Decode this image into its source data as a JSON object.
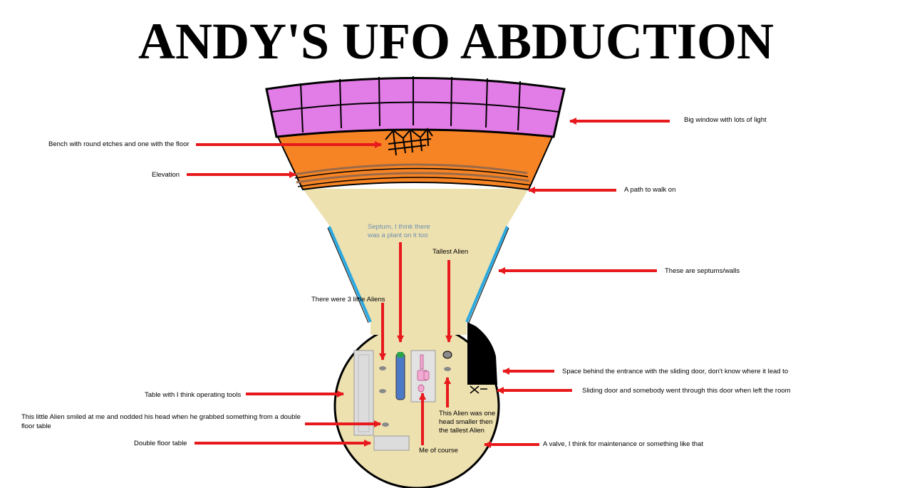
{
  "title": "ANDY'S UFO ABDUCTION",
  "labels": {
    "big_window": "Big window with lots of light",
    "bench": "Bench with round etches and one with the floor",
    "elevation": "Elevation",
    "path": "A path to walk on",
    "septum_plant_line1": "Septum, I think there",
    "septum_plant_line2": "was a plant on it too",
    "tallest_alien": "Tallest Alien",
    "septums_walls": "These are septums/walls",
    "three_aliens": "There were 3 little Aliens",
    "space_behind": "Space behind the entrance with the sliding door, don't know where it lead to",
    "sliding_door": "Sliding door and somebody went through this door when left the room",
    "table_tools": "Table with I think operating tools",
    "little_alien_smiled_line1": "This little Alien smiled at me and nodded his head when he grabbed something from a double",
    "little_alien_smiled_line2": "floor table",
    "alien_smaller_line1": "This Alien was one",
    "alien_smaller_line2": "head smaller then",
    "alien_smaller_line3": "the tallest Alien",
    "double_floor_table": "Double floor table",
    "me_of_course": "Me of course",
    "valve": "A valve, I think for maintenance or something like that"
  },
  "colors": {
    "window": "#e27ce6",
    "floor_orange": "#f78424",
    "floor_beige": "#eee1b0",
    "septum_blue": "#2aa9e0",
    "arrow_red": "#e8191c",
    "outline": "#000000"
  }
}
